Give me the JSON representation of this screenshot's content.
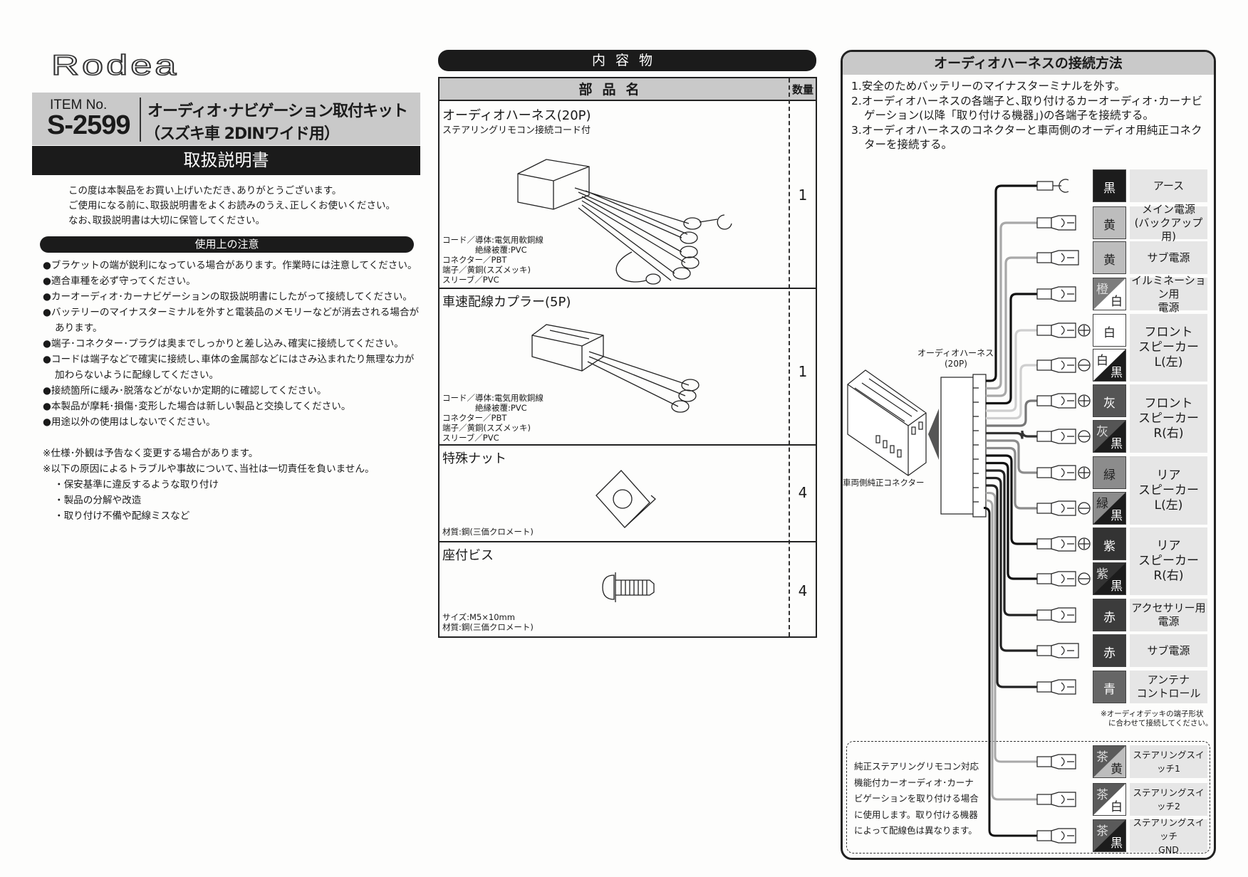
{
  "header": {
    "logo": "Rodea",
    "item_label": "ITEM No.",
    "item_number": "S-2599",
    "product_title": "オーディオ･ナビゲーション取付キット",
    "product_subtitle": "（スズキ車 2DINワイド用）",
    "doc_title": "取扱説明書"
  },
  "intro": [
    "この度は本製品をお買い上げいただき､ありがとうございます。",
    "ご使用になる前に､取扱説明書をよくお読みのうえ､正しくお使いください。",
    "なお､取扱説明書は大切に保管してください。"
  ],
  "cautions": {
    "title": "使用上の注意",
    "items": [
      "●ブラケットの端が鋭利になっている場合があります。作業時には注意してください。",
      "●適合車種を必ず守ってください。",
      "●カーオーディオ･カーナビゲーションの取扱説明書にしたがって接続してください。",
      "●バッテリーのマイナスターミナルを外すと電装品のメモリーなどが消去される場合が",
      "あります。",
      "●端子･コネクター･プラグは奥までしっかりと差し込み､確実に接続してください。",
      "●コードは端子などで確実に接続し､車体の金属部などにはさみ込まれたり無理な力が",
      "加わらないように配線してください。",
      "●接続箇所に緩み･脱落などがないか定期的に確認してください。",
      "●本製品が摩耗･損傷･変形した場合は新しい製品と交換してください。",
      "●用途以外の使用はしないでください。"
    ]
  },
  "notes": [
    "※仕様･外観は予告なく変更する場合があります。",
    "※以下の原因によるトラブルや事故について､当社は一切責任を負いません。",
    "・保安基準に違反するような取り付け",
    "・製品の分解や改造",
    "・取り付け不備や配線ミスなど"
  ],
  "contents": {
    "title": "内容物",
    "col_name": "部品名",
    "col_qty": "数量",
    "items": [
      {
        "name": "オーディオハーネス(20P)",
        "sub": "ステアリングリモコン接続コード付",
        "spec": "コード／導体:電気用軟銅線\n　　　　絶縁被覆:PVC\nコネクター／PBT\n端子／黄銅(スズメッキ)\nスリーブ／PVC",
        "qty": "1"
      },
      {
        "name": "車速配線カプラー(5P)",
        "sub": "",
        "spec": "コード／導体:電気用軟銅線\n　　　　絶縁被覆:PVC\nコネクター／PBT\n端子／黄銅(スズメッキ)\nスリーブ／PVC",
        "qty": "1"
      },
      {
        "name": "特殊ナット",
        "sub": "",
        "spec": "材質:鋼(三価クロメート)",
        "qty": "4"
      },
      {
        "name": "座付ビス",
        "sub": "",
        "spec": "サイズ:M5×10mm\n材質:鋼(三価クロメート)",
        "qty": "4"
      }
    ]
  },
  "connection": {
    "title": "オーディオハーネスの接続方法",
    "steps": [
      "1.安全のためバッテリーのマイナスターミナルを外す。",
      "2.オーディオハーネスの各端子と､取り付けるカーオーディオ･カーナビ",
      "ゲーション(以降「取り付ける機器」)の各端子を接続する。",
      "3.オーディオハーネスのコネクターと車両側のオーディオ用純正コネク",
      "ターを接続する。"
    ],
    "harness_label": "オーディオハーネス",
    "harness_pins": "(20P)",
    "vehicle_label": "車両側純正コネクター",
    "deck_note": [
      "※オーディオデッキの端子形状",
      "に合わせて接続してください。"
    ],
    "steering_note": [
      "純正ステアリングリモコン対応",
      "機能付カーオーディオ･カーナ",
      "ビゲーションを取り付ける場合",
      "に使用します。取り付ける機器",
      "によって配線色は異なります。"
    ],
    "wires": [
      {
        "top": "黒",
        "top_color": "#1c1c1c",
        "wire": "#111111",
        "terminal": "fork"
      },
      {
        "top": "黄",
        "top_color": "#bdbdbd",
        "wire": "#a8a8a8",
        "terminal": "female"
      },
      {
        "top": "黄",
        "top_color": "#bdbdbd",
        "wire": "#a8a8a8",
        "terminal": "male"
      },
      {
        "top": "橙",
        "bottom": "白",
        "top_color": "#7c7c7c",
        "bottom_color": "#ffffff",
        "wire": "#111111",
        "terminal": "female"
      },
      {
        "top": "白",
        "top_color": "#ffffff",
        "wire": "#cfcfcf",
        "terminal": "female",
        "polarity": "+"
      },
      {
        "top": "白",
        "bottom": "黒",
        "top_color": "#ffffff",
        "bottom_color": "#1c1c1c",
        "wire": "#cfcfcf",
        "terminal": "female",
        "polarity": "-"
      },
      {
        "top": "灰",
        "top_color": "#555555",
        "wire": "#777777",
        "terminal": "female",
        "polarity": "+"
      },
      {
        "top": "灰",
        "bottom": "黒",
        "top_color": "#555555",
        "bottom_color": "#1c1c1c",
        "wire": "#333333",
        "terminal": "female",
        "polarity": "-"
      },
      {
        "top": "緑",
        "top_color": "#8c8c8c",
        "wire": "#8c8c8c",
        "terminal": "female",
        "polarity": "+"
      },
      {
        "top": "緑",
        "bottom": "黒",
        "top_color": "#8c8c8c",
        "bottom_color": "#1c1c1c",
        "wire": "#8c8c8c",
        "terminal": "female",
        "polarity": "-"
      },
      {
        "top": "紫",
        "top_color": "#333333",
        "wire": "#111111",
        "terminal": "female",
        "polarity": "+"
      },
      {
        "top": "紫",
        "bottom": "黒",
        "top_color": "#333333",
        "bottom_color": "#1c1c1c",
        "wire": "#111111",
        "terminal": "female",
        "polarity": "-"
      },
      {
        "top": "赤",
        "top_color": "#3c3c3c",
        "wire": "#222222",
        "terminal": "female"
      },
      {
        "top": "赤",
        "top_color": "#3c3c3c",
        "wire": "#222222",
        "terminal": "male"
      },
      {
        "top": "青",
        "top_color": "#666666",
        "wire": "#222222",
        "terminal": "female"
      },
      {
        "top": "茶",
        "bottom": "黄",
        "top_color": "#5a5a5a",
        "bottom_color": "#bdbdbd",
        "wire": "#a8a8a8",
        "terminal": "female"
      },
      {
        "top": "茶",
        "bottom": "白",
        "top_color": "#5a5a5a",
        "bottom_color": "#ffffff",
        "wire": "#a8a8a8",
        "terminal": "female"
      },
      {
        "top": "茶",
        "bottom": "黒",
        "top_color": "#5a5a5a",
        "bottom_color": "#1c1c1c",
        "wire": "#111111",
        "terminal": "female"
      }
    ],
    "labels": [
      {
        "text": "アース",
        "first": 0,
        "span": 1
      },
      {
        "text": "メイン電源\n(バックアップ用)",
        "first": 1,
        "span": 1
      },
      {
        "text": "サブ電源",
        "first": 2,
        "span": 1
      },
      {
        "text": "イルミネーション用\n電源",
        "first": 3,
        "span": 1
      },
      {
        "text": "フロント\nスピーカー\nL(左)",
        "first": 4,
        "span": 2
      },
      {
        "text": "フロント\nスピーカー\nR(右)",
        "first": 6,
        "span": 2
      },
      {
        "text": "リア\nスピーカー\nL(左)",
        "first": 8,
        "span": 2
      },
      {
        "text": "リア\nスピーカー\nR(右)",
        "first": 10,
        "span": 2
      },
      {
        "text": "アクセサリー用\n電源",
        "first": 12,
        "span": 1
      },
      {
        "text": "サブ電源",
        "first": 13,
        "span": 1
      },
      {
        "text": "アンテナ\nコントロール",
        "first": 14,
        "span": 1
      },
      {
        "text": "ステアリングスイッチ1",
        "first": 15,
        "span": 1
      },
      {
        "text": "ステアリングスイッチ2",
        "first": 16,
        "span": 1
      },
      {
        "text": "ステアリングスイッチ\nGND",
        "first": 17,
        "span": 1
      }
    ]
  }
}
